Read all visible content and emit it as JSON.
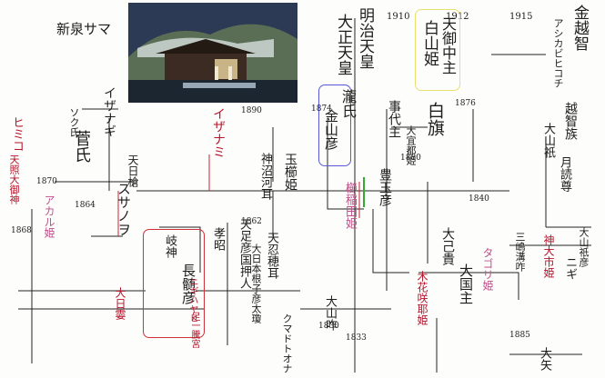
{
  "header": {
    "title": "新泉サマ"
  },
  "top_years": [
    "1910",
    "1912",
    "1915"
  ],
  "top_names": [
    {
      "text": "大正天皇",
      "color": "ink"
    },
    {
      "text": "明治天皇",
      "color": "ink"
    },
    {
      "text": "白山姫",
      "color": "ink"
    },
    {
      "text": "天御中主",
      "color": "ink"
    },
    {
      "text": "金越智",
      "color": "ink"
    },
    {
      "text": "アシカビヒコチ",
      "color": "ink"
    }
  ],
  "highlight_names": [
    {
      "text": "瀧氏",
      "color": "ink"
    },
    {
      "text": "金山彦",
      "color": "ink"
    },
    {
      "text": "白旗",
      "color": "ink"
    }
  ],
  "left_names": [
    {
      "text": "ヒミコ",
      "color": "red"
    },
    {
      "text": "天照大御神",
      "color": "red"
    },
    {
      "text": "イザナギ",
      "color": "ink"
    },
    {
      "text": "イザナミ",
      "color": "red"
    },
    {
      "text": "ソク氏",
      "color": "ink"
    },
    {
      "text": "菅氏",
      "color": "ink"
    },
    {
      "text": "アカル姫",
      "color": "pink"
    },
    {
      "text": "スサノヲ",
      "color": "ink"
    },
    {
      "text": "天日槍",
      "color": "ink"
    },
    {
      "text": "大日孁",
      "color": "red"
    }
  ],
  "boxed_left": {
    "name1": "岐神",
    "name2": "長髄彦",
    "name3": "ニギハヤヒ",
    "name4": "足一騰宮"
  },
  "middle_names": [
    {
      "text": "神沼河耳",
      "color": "ink"
    },
    {
      "text": "孝昭",
      "color": "ink"
    },
    {
      "text": "玉櫛姫",
      "color": "ink"
    },
    {
      "text": "天足彦国押人",
      "color": "ink"
    },
    {
      "text": "天忍穂耳",
      "color": "ink"
    },
    {
      "text": "大日本根子彦太瓊",
      "color": "ink"
    },
    {
      "text": "大山咋",
      "color": "ink"
    },
    {
      "text": "クマドトオナ",
      "color": "ink"
    },
    {
      "text": "豊玉彦",
      "color": "ink"
    },
    {
      "text": "大国主",
      "color": "ink"
    },
    {
      "text": "大己貴",
      "color": "ink"
    },
    {
      "text": "事代主",
      "color": "ink"
    },
    {
      "text": "櫛稲田姫",
      "color": "pink"
    },
    {
      "text": "大宜都姫",
      "color": "ink"
    },
    {
      "text": "神大市姫",
      "color": "red"
    },
    {
      "text": "木花咲耶姫",
      "color": "red"
    },
    {
      "text": "タゴリ姫",
      "color": "pink"
    }
  ],
  "right_names": [
    {
      "text": "越智族",
      "color": "ink"
    },
    {
      "text": "大山祇",
      "color": "ink"
    },
    {
      "text": "月読尊",
      "color": "ink"
    },
    {
      "text": "ニギ",
      "color": "ink"
    },
    {
      "text": "大矢",
      "color": "ink"
    },
    {
      "text": "大山祇彦",
      "color": "ink"
    },
    {
      "text": "三嶋溝咋",
      "color": "ink"
    }
  ],
  "years": [
    "1874",
    "1870",
    "1864",
    "1862",
    "1833",
    "1840",
    "1890",
    "1880",
    "1876",
    "1868",
    "1885",
    "1830"
  ]
}
